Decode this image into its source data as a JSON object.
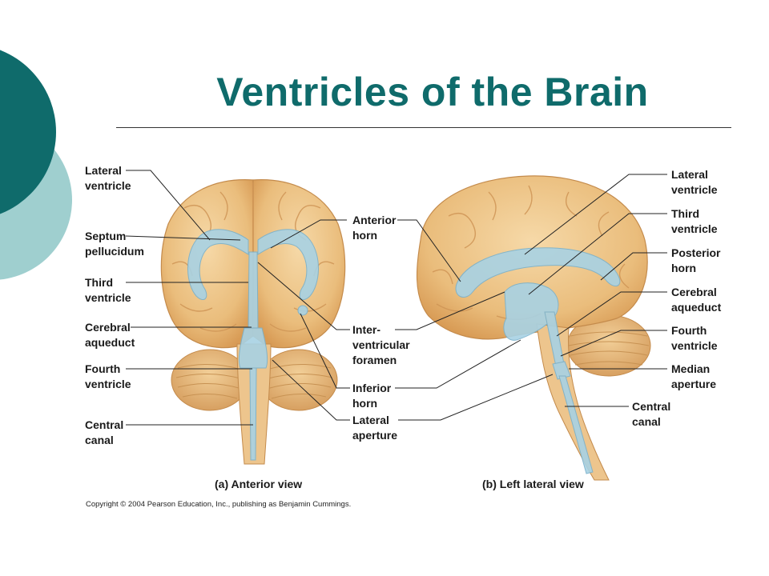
{
  "slide": {
    "title": "Ventricles of the Brain",
    "accent_color": "#0f6b6b",
    "accent_light": "#9fcfcf"
  },
  "figure": {
    "left_labels": {
      "lateral_ventricle": "Lateral\nventricle",
      "septum_pellucidum": "Septum\npellucidum",
      "third_ventricle": "Third\nventricle",
      "cerebral_aqueduct": "Cerebral\naqueduct",
      "fourth_ventricle": "Fourth\nventricle",
      "central_canal": "Central\ncanal"
    },
    "middle_labels": {
      "anterior_horn": "Anterior\nhorn",
      "interventricular_foramen": "Inter-\nventricular\nforamen",
      "inferior_horn": "Inferior\nhorn",
      "lateral_aperture": "Lateral\naperture"
    },
    "right_labels": {
      "lateral_ventricle": "Lateral\nventricle",
      "third_ventricle": "Third\nventricle",
      "posterior_horn": "Posterior\nhorn",
      "cerebral_aqueduct": "Cerebral\naqueduct",
      "fourth_ventricle": "Fourth\nventricle",
      "median_aperture": "Median\naperture",
      "central_canal": "Central\ncanal"
    },
    "captions": {
      "anterior": "(a) Anterior view",
      "lateral": "(b) Left lateral view"
    },
    "copyright": "Copyright © 2004 Pearson Education, Inc., publishing as Benjamin Cummings."
  }
}
